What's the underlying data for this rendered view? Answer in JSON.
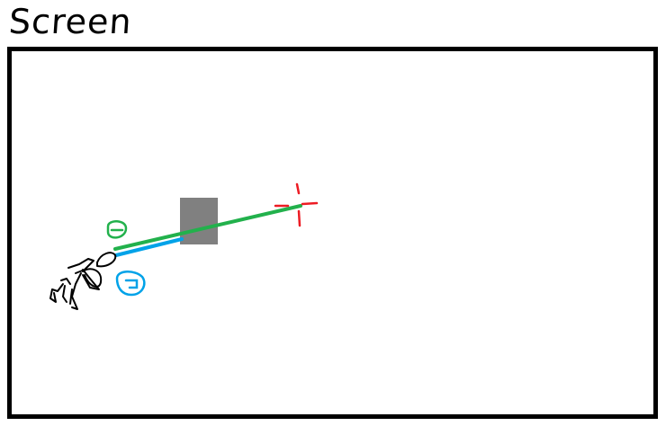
{
  "title": "Screen",
  "colors": {
    "frame": "#000000",
    "obstacle": "#808080",
    "green_ray": "#22b14c",
    "blue_ray": "#00a2e8",
    "crosshair": "#ed1c24",
    "figure": "#000000"
  },
  "icons": {
    "figure": "stick-figure",
    "green_marker": "green-eye-glyph",
    "blue_marker": "blue-eye-glyph",
    "target": "crosshair"
  }
}
